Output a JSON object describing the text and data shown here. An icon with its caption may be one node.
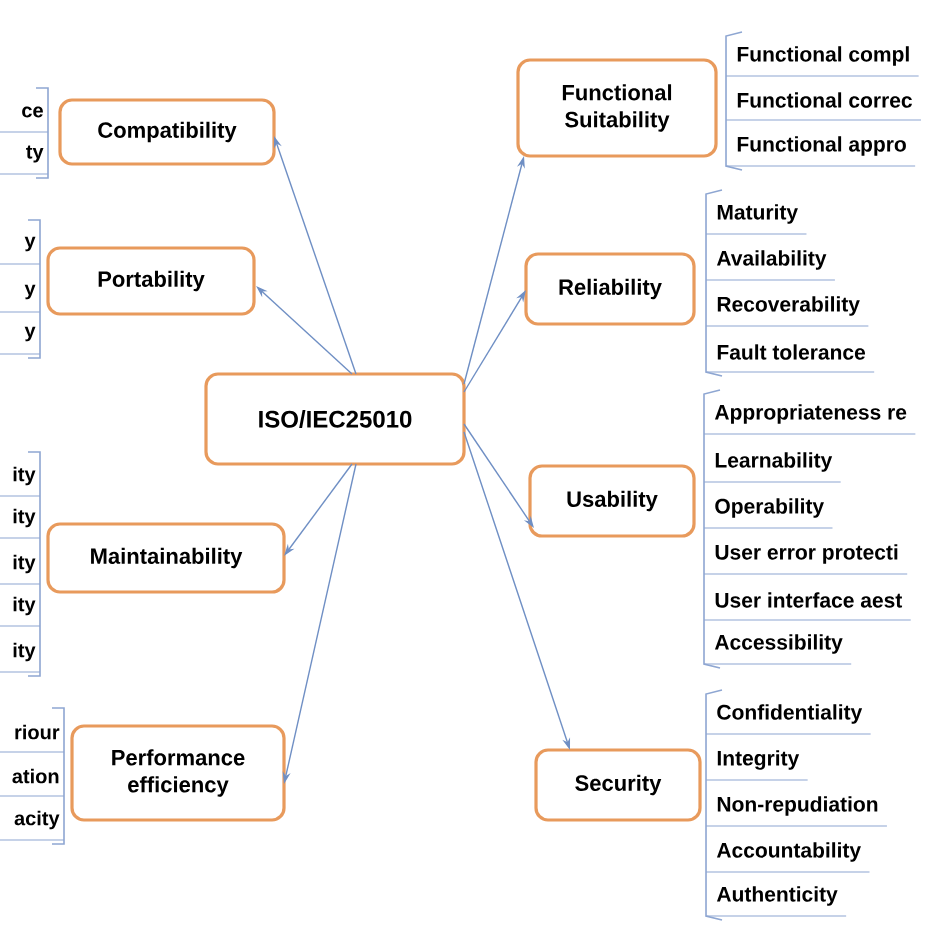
{
  "diagram": {
    "nodes": [
      {
        "text": [
          "ISO/IEC25010"
        ]
      },
      {
        "text": [
          "Compatibility"
        ]
      },
      {
        "text": [
          "Portability"
        ]
      },
      {
        "text": [
          "Maintainability"
        ]
      },
      {
        "text": [
          "Performance efficiency"
        ]
      },
      {
        "text": [
          "Functional Suitability"
        ]
      },
      {
        "text": [
          "Reliability"
        ]
      },
      {
        "text": [
          "Usability"
        ]
      },
      {
        "text": [
          "Security"
        ]
      }
    ],
    "edges": [
      {
        "from": 0,
        "to": 1,
        "arrow": "to"
      },
      {
        "from": 0,
        "to": 2,
        "arrow": "to"
      },
      {
        "from": 0,
        "to": 3,
        "arrow": "to"
      },
      {
        "from": 0,
        "to": 4,
        "arrow": "to"
      },
      {
        "from": 0,
        "to": 5,
        "arrow": "to"
      },
      {
        "from": 0,
        "to": 6,
        "arrow": "to"
      },
      {
        "from": 0,
        "to": 7,
        "arrow": "to"
      },
      {
        "from": 0,
        "to": 8,
        "arrow": "to"
      }
    ],
    "labels": [
      "ce",
      "ty",
      "y",
      "y",
      "y",
      "ity",
      "ity",
      "ity",
      "ity",
      "ity",
      "riour",
      "ation",
      "acity",
      "Functional compl",
      "Functional correc",
      "Functional appro",
      "Maturity",
      "Availability",
      "Recoverability",
      "Fault tolerance",
      "Appropriateness re",
      "Learnability",
      "Operability",
      "User error protecti",
      "User interface aest",
      "Accessibility",
      "Confidentiality",
      "Integrity",
      "Non-repudiation",
      "Accountability",
      "Authenticity"
    ]
  }
}
